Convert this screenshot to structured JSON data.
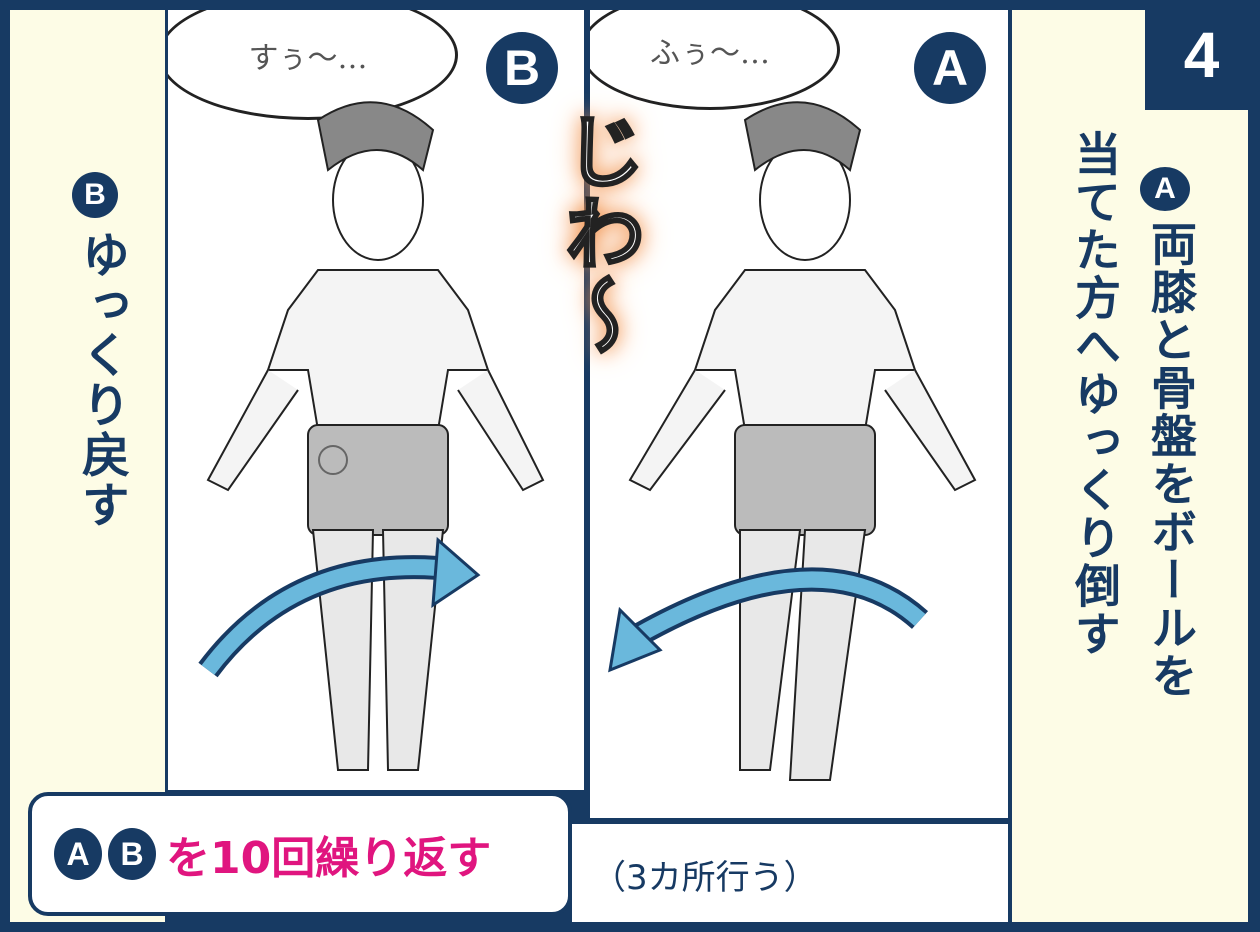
{
  "step_number": "4",
  "left_panel": {
    "badge": "B",
    "instruction": "ゆっくり戻す"
  },
  "right_panel": {
    "badge": "A",
    "instruction_line1": "両膝と骨盤をボールを",
    "instruction_line2": "当てた方へゆっくり倒す"
  },
  "panel_b": {
    "badge": "B",
    "speech": "すぅ〜…"
  },
  "panel_a": {
    "badge": "A",
    "speech": "ふぅ〜…"
  },
  "sound_effect": "じわ〜",
  "footer": {
    "badge_a": "A",
    "badge_b": "B",
    "repeat_text": "を10回繰り返す",
    "note": "（3カ所行う）"
  },
  "colors": {
    "navy": "#173a63",
    "cream": "#fdfce6",
    "pink": "#e0157f",
    "arrow": "#6ab8dc"
  }
}
